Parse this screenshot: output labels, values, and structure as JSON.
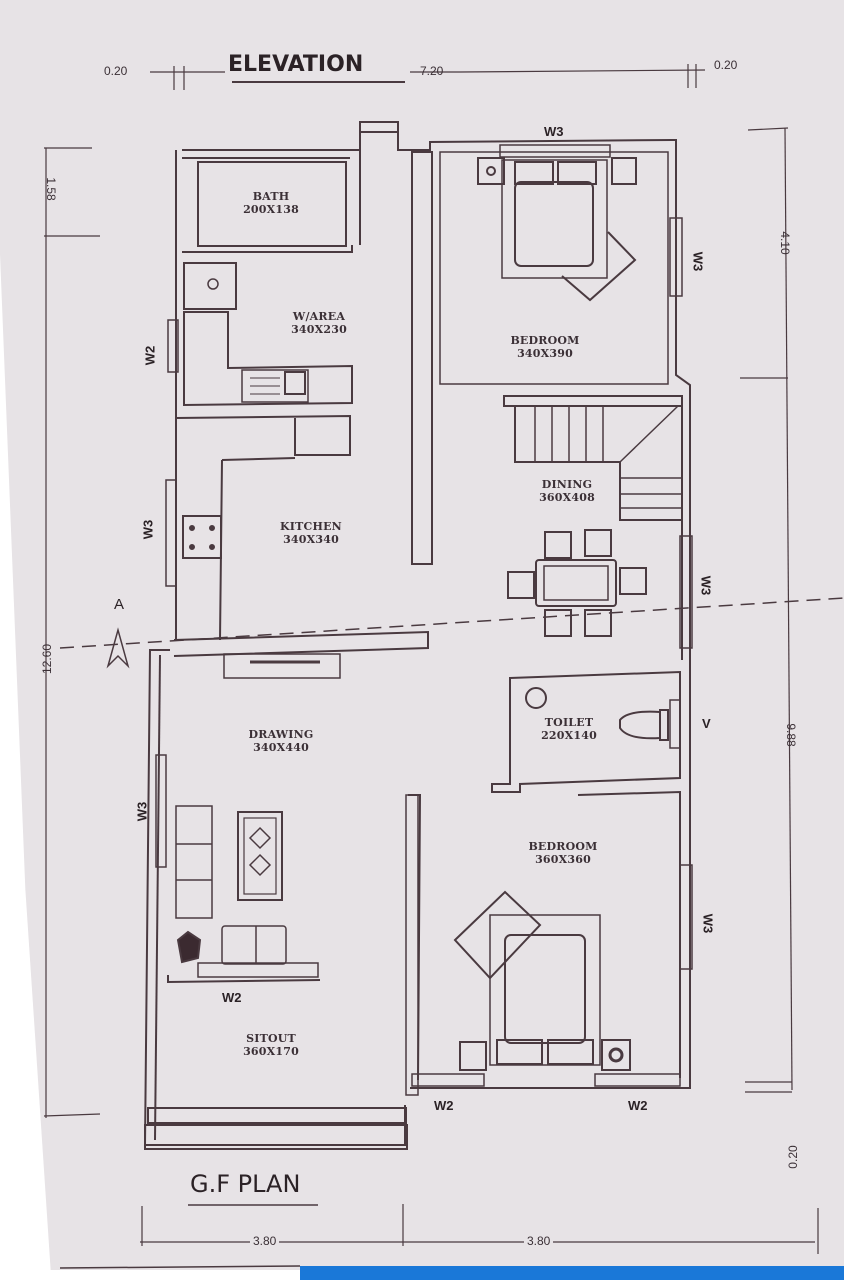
{
  "drawing": {
    "top_title": "ELEVATION",
    "plan_title": "G.F PLAN",
    "section_marker": "A",
    "ink_color": "#4a3a40",
    "paper_color": "#e7e3e6",
    "accent_strip_color": "#1a78d8"
  },
  "dimensions": {
    "top": [
      "0.20",
      "7.20",
      "0.20"
    ],
    "left": [
      "1.58",
      "12.60"
    ],
    "right": [
      "4.10",
      "9.88",
      "0.20"
    ],
    "bottom": [
      "3.80",
      "3.80"
    ]
  },
  "rooms": [
    {
      "name": "BATH",
      "size": "200X138"
    },
    {
      "name": "W/AREA",
      "size": "340X230"
    },
    {
      "name": "KITCHEN",
      "size": "340X340"
    },
    {
      "name": "DRAWING",
      "size": "340X440"
    },
    {
      "name": "SITOUT",
      "size": "360X170"
    },
    {
      "name": "BEDROOM",
      "size": "340X390"
    },
    {
      "name": "DINING",
      "size": "360X408"
    },
    {
      "name": "TOILET",
      "size": "220X140"
    },
    {
      "name": "BEDROOM",
      "size": "360X360"
    }
  ],
  "windows": {
    "top_bedroom": "W3",
    "right_bedroom": "W3",
    "left_warea": "W2",
    "left_kitchen": "W3",
    "right_dining": "W3",
    "toilet_vent": "V",
    "left_drawing": "W3",
    "drawing_front": "W2",
    "right_bedroom2": "W3",
    "bottom_left": "W2",
    "bottom_right": "W2"
  }
}
